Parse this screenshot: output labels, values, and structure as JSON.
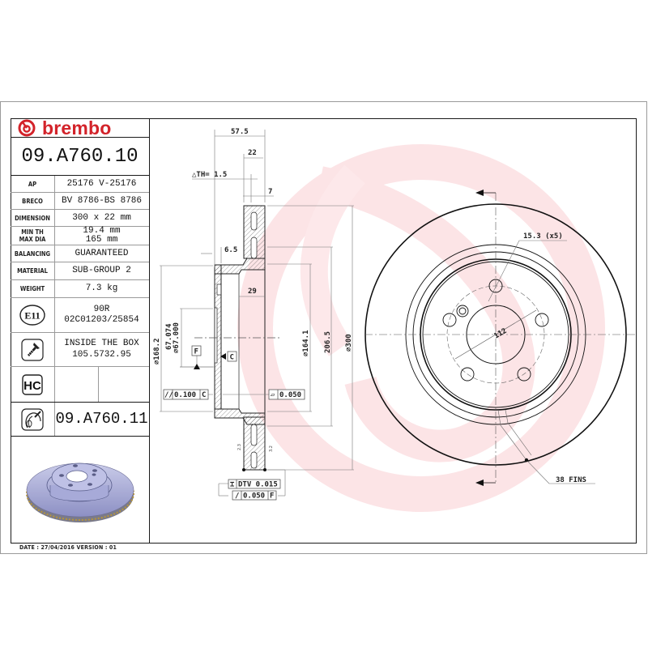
{
  "brand": {
    "name": "brembo",
    "color": "#d3232a",
    "watermark_color": "#fbe1e3"
  },
  "part_number": "09.A760.10",
  "specs": [
    {
      "label": "AP",
      "value": "25176 V-25176"
    },
    {
      "label": "BRECO",
      "value": "BV 8786-BS 8786"
    },
    {
      "label": "DIMENSION",
      "value": "300 x 22 mm"
    },
    {
      "label_lines": [
        "MIN TH",
        "MAX DIA"
      ],
      "value_lines": [
        "19.4 mm",
        "165 mm"
      ]
    },
    {
      "label": "BALANCING",
      "value": "GUARANTEED"
    },
    {
      "label": "MATERIAL",
      "value": "SUB-GROUP 2"
    },
    {
      "label": "WEIGHT",
      "value": "7.3 kg"
    }
  ],
  "certification": {
    "icon": "E11",
    "value_lines": [
      "90R",
      "02C01203/25854"
    ]
  },
  "inside_box": {
    "icon": "screw-icon",
    "value_lines": [
      "INSIDE THE BOX",
      "105.5732.95"
    ]
  },
  "hc": {
    "icon": "HC"
  },
  "coated_version": {
    "icon": "coated-disc-icon",
    "part_number": "09.A760.11"
  },
  "footer": {
    "date_line": "DATE : 27/04/2016 VERSION : 01"
  },
  "drawing": {
    "section_view": {
      "dims": {
        "overall_height": "57.5",
        "thickness": "22",
        "delta_th": "△TH= 1.5",
        "pad": "7",
        "hat_wall": "6.5",
        "hat_depth": "29",
        "dia_168": "⌀168.2",
        "dia_67_max": "67.074",
        "dia_67_min": "⌀67.000",
        "dia_164": "⌀164.1",
        "dia_206": "206.5",
        "dia_300": "⌀300"
      },
      "datums": {
        "F": "F",
        "C": "C"
      },
      "tolerances": {
        "parallel": {
          "symbol": "//",
          "value": "0.100",
          "datum": "C"
        },
        "flatness": {
          "symbol": "▱",
          "value": "0.050"
        },
        "dtv": {
          "symbol": "⌶",
          "value": "DTV 0.015"
        },
        "runout": {
          "symbol": "/",
          "value": "0.050",
          "datum": "F"
        }
      },
      "surface_marks": [
        "2.3",
        "3.2"
      ]
    },
    "front_view": {
      "bolt_holes": "15.3 (x5)",
      "pcd": "112",
      "fins": "38 FINS"
    }
  }
}
